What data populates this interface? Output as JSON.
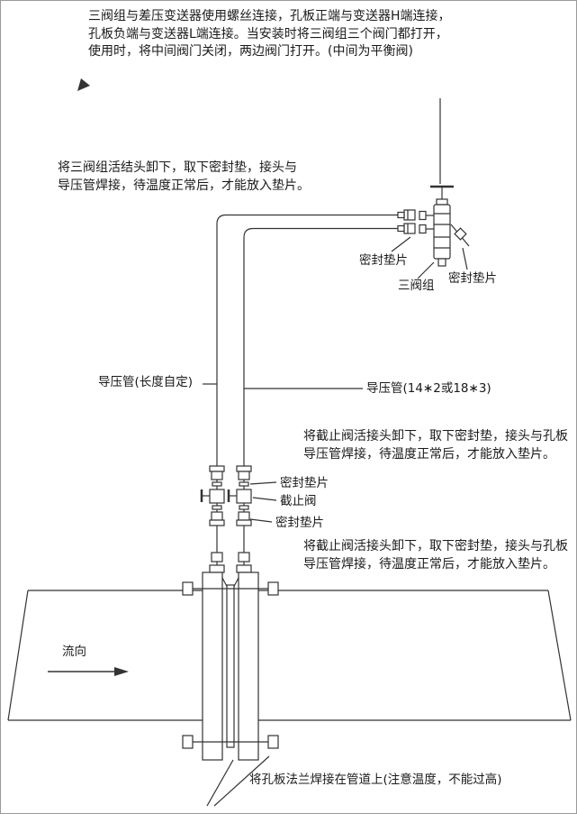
{
  "page": {
    "background": "#ffffff",
    "line_color": "#333333",
    "text_color": "#1a1a1a"
  },
  "paragraphs": {
    "top": {
      "lines": [
        "三阀组与差压变送器使用螺丝连接，孔板正端与变送器H端连接，",
        "孔板负端与变送器L端连接。当安装时将三阀组三个阀门都打开，",
        "使用时，将中间阀门关闭，两边阀门打开。(中间为平衡阀)"
      ]
    },
    "manifold_note": {
      "lines": [
        "将三阀组活结头卸下，取下密封垫，接头与",
        "导压管焊接，待温度正常后，才能放入垫片。"
      ]
    },
    "stop_valve_note_upper": {
      "lines": [
        "将截止阀活接头卸下，取下密封垫，接头与孔板",
        "导压管焊接，待温度正常后，才能放入垫片。"
      ]
    },
    "stop_valve_note_lower": {
      "lines": [
        "将截止阀活接头卸下，取下密封垫，接头与孔板",
        "导压管焊接，待温度正常后，才能放入垫片。"
      ]
    }
  },
  "labels": {
    "seal_gasket_manifold_left": "密封垫片",
    "three_valve_manifold": "三阀组",
    "seal_gasket_manifold_right": "密封垫片",
    "impulse_pipe_left": "导压管(长度自定)",
    "impulse_pipe_right": "导压管(14∗2或18∗3)",
    "seal_gasket_valve_top": "密封垫片",
    "stop_valve": "截止阀",
    "seal_gasket_valve_bottom": "密封垫片",
    "flow_direction": "流向",
    "weld_note": "将孔板法兰焊接在管道上(注意温度，不能过高)"
  }
}
